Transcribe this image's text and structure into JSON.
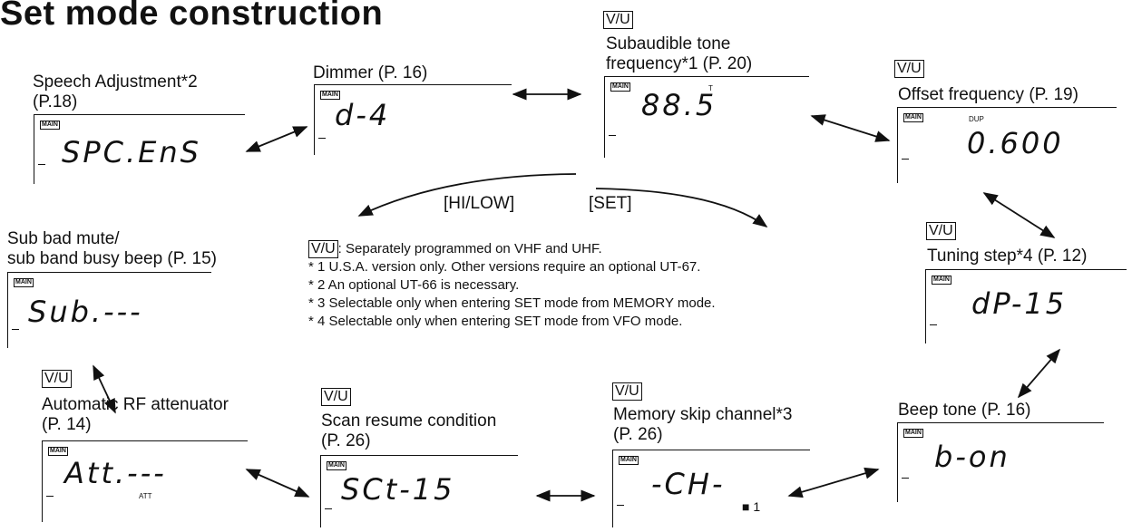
{
  "title": "Set mode construction",
  "vu_tag": "V/U",
  "main_tag": "MAIN",
  "panels": {
    "speech": {
      "label1": "Speech Adjustment*2",
      "label2": "(P.18)",
      "display": "SPC.EnS"
    },
    "dimmer": {
      "label1": "Dimmer (P. 16)",
      "display": "d-4"
    },
    "subtone": {
      "label1": "Subaudible tone",
      "label2": "frequency*1 (P. 20)",
      "display": "88.5",
      "indicator": "T"
    },
    "offset": {
      "label1": "Offset frequency (P. 19)",
      "display": "0.600",
      "indicator": "DUP"
    },
    "subband": {
      "label1": "Sub bad mute/",
      "label2": "sub band busy beep (P. 15)",
      "display": "Sub.---"
    },
    "tuning": {
      "label1": "Tuning step*4 (P. 12)",
      "display": "dP-15"
    },
    "attenuator": {
      "label1": "Automatic RF attenuator",
      "label2": "(P. 14)",
      "display": "Att.---",
      "indicator": "ATT"
    },
    "scan": {
      "label1": "Scan resume condition",
      "label2": "(P. 26)",
      "display": "SCt-15"
    },
    "memskip": {
      "label1": "Memory skip channel*3",
      "label2": "(P. 26)",
      "display": "-CH-",
      "indicator": "■ 1"
    },
    "beep": {
      "label1": "Beep tone (P. 16)",
      "display": "b-on"
    }
  },
  "keys": {
    "left": "[HI/LOW]",
    "right": "[SET]"
  },
  "notes": {
    "vu_note": ": Separately programmed on VHF and UHF.",
    "n1": "* 1 U.S.A. version only.   Other versions require an optional UT-67.",
    "n2": "* 2 An optional UT-66 is necessary.",
    "n3": "* 3 Selectable only when entering SET mode from MEMORY mode.",
    "n4": "* 4 Selectable only when entering SET mode from VFO mode."
  }
}
